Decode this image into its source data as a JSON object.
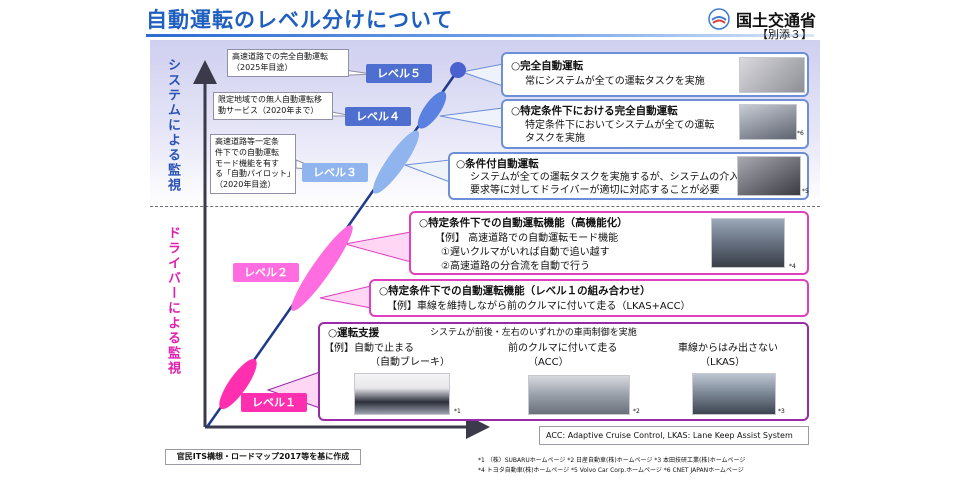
{
  "header": {
    "title": "自動運転のレベル分けについて",
    "ministry": "国土交通省",
    "annex": "【別添３】"
  },
  "bands": {
    "system": "システムによる監視",
    "driver": "ドライバーによる監視"
  },
  "callouts": {
    "c1": [
      "高速道路での完全自動運転",
      "（2025年目途）"
    ],
    "c2": [
      "限定地域での無人自動運転移",
      "動サービス（2020年まで）"
    ],
    "c3": [
      "高速道路等一定条",
      "件下での自動運転",
      "モード機能を有す",
      "る「自動パイロット」",
      "（2020年目途）"
    ]
  },
  "levels": {
    "lv5": "レベル５",
    "lv4": "レベル４",
    "lv3": "レベル３",
    "lv2": "レベル２",
    "lv1": "レベル１"
  },
  "boxes": {
    "b5": {
      "head": "○完全自動運転",
      "lines": [
        "常にシステムが全ての運転タスクを実施"
      ],
      "note": ""
    },
    "b4": {
      "head": "○特定条件下における完全自動運転",
      "lines": [
        "特定条件下においてシステムが全ての運転",
        "タスクを実施"
      ],
      "note": "*6"
    },
    "b3": {
      "head": "○条件付自動運転",
      "lines": [
        "システムが全ての運転タスクを実施するが、システムの介入",
        "要求等に対してドライバーが適切に対応することが必要"
      ],
      "note": "*5"
    },
    "b2": {
      "head": "○特定条件下での自動運転機能（高機能化）",
      "lines": [
        "【例】 高速道路での自動運転モード機能",
        "①遅いクルマがいれば自動で追い越す",
        "②高速道路の分合流を自動で行う"
      ],
      "note": "*4"
    },
    "b1b": {
      "head": "○特定条件下での自動運転機能（レベル１の組み合わせ）",
      "lines": [
        "【例】車線を維持しながら前のクルマに付いて走る（LKAS+ACC）"
      ]
    },
    "b1": {
      "head": "○運転支援",
      "desc": "システムが前後・左右のいずれかの車両制御を実施",
      "ex1": [
        "【例】自動で止まる",
        "（自動ブレーキ）"
      ],
      "ex2": [
        "前のクルマに付いて走る",
        "（ACC）"
      ],
      "ex3": [
        "車線からはみ出さない",
        "（LKAS）"
      ],
      "notes": [
        "*1",
        "*2",
        "*3"
      ]
    }
  },
  "abbreviation": "ACC: Adaptive Cruise Control,  LKAS: Lane Keep Assist System",
  "source": "官民ITS構想・ロードマップ2017等を基に作成",
  "credits": [
    "*1 （株）SUBARUホームページ  *2 日産自動車(株)ホームページ  *3 本田技研工業(株)ホームページ",
    "*4 トヨタ自動車(株)ホームページ  *5 Volvo Car Corp.ホームページ  *6 CNET JAPANホームページ"
  ],
  "colors": {
    "title": "#1f5fbf",
    "system_label": "#2a52b8",
    "driver_label": "#e020b0",
    "level_blue": "#4f6fd0",
    "level_lightblue": "#8fb4ee",
    "level_pink": "#ff6de0",
    "level_magenta": "#ff2fb0",
    "axis": "#3a3a4a"
  }
}
